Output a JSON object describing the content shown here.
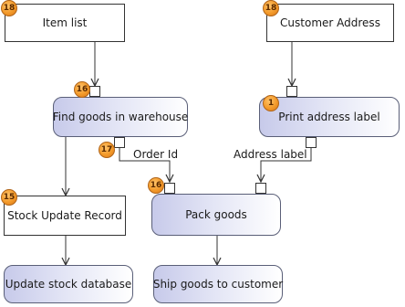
{
  "nodes": {
    "item_list": "Item list",
    "customer_address": "Customer Address",
    "find_goods": "Find goods in warehouse",
    "print_label": "Print address label",
    "stock_update_record": "Stock Update Record",
    "pack_goods": "Pack goods",
    "update_stock_db": "Update stock database",
    "ship_goods": "Ship goods to customer"
  },
  "badges": {
    "item_list": "18",
    "customer_address": "18",
    "find_goods_pin": "16",
    "print_label": "1",
    "find_goods_out_pin": "17",
    "pack_goods_pin": "16",
    "stock_update_record": "15"
  },
  "flow_labels": {
    "order_id": "Order Id",
    "address_label": "Address label"
  },
  "colors": {
    "action_gradient_start": "#c7caea",
    "badge": "#f39a2a",
    "edge": "#333333"
  }
}
